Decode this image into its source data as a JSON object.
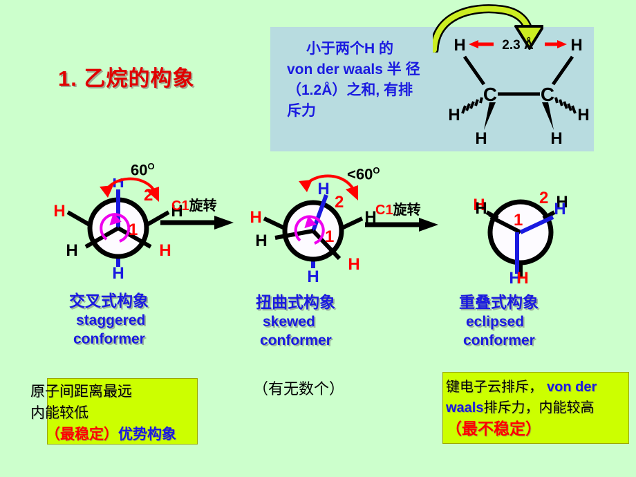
{
  "slide": {
    "title": "1. 乙烷的构象",
    "background_color": "#ccffcc"
  },
  "info_box": {
    "background_color": "#b8dce0",
    "text_color": "#1a1ae0",
    "lines": [
      "小于两个H 的",
      "von der waals 半",
      "径（1.2Å）之和,",
      "有排斥力"
    ]
  },
  "ethane_structure": {
    "distance_label": "2.3 Å",
    "atoms": {
      "carbon_left": "C",
      "carbon_right": "C",
      "h_top_left": "H",
      "h_top_right": "H",
      "h_mid_left": "H",
      "h_mid_right": "H",
      "h_bottom_left": "H",
      "h_bottom_right": "H"
    },
    "arrow_color": "#ff0000",
    "pointer_arrow_color": "#ccee22"
  },
  "conformers": [
    {
      "id": "staggered",
      "angle_label": "60",
      "angle_unit": "O",
      "front_labels": {
        "top": "H",
        "bottom_left": "H",
        "bottom_right": "H"
      },
      "back_labels": {
        "top_left": "H",
        "top_right": "H",
        "bottom": "H"
      },
      "center_number": "1",
      "outer_number": "2",
      "caption_zh": "交叉式构象",
      "caption_en_line1": "staggered",
      "caption_en_line2": "conformer"
    },
    {
      "id": "skewed",
      "angle_label": "<60",
      "angle_unit": "O",
      "front_labels": {
        "top": "H",
        "bottom_left": "H",
        "bottom_right": "H"
      },
      "back_labels": {
        "top_left": "H",
        "top_right": "H",
        "bottom": "H"
      },
      "center_number": "1",
      "outer_number": "2",
      "caption_zh": "扭曲式构象",
      "caption_en_line1": "skewed",
      "caption_en_line2": "conformer",
      "note": "（有无数个）"
    },
    {
      "id": "eclipsed",
      "angle_label": "",
      "angle_unit": "",
      "front_labels": {
        "top_right": "H",
        "top_left": "H",
        "bottom": "H"
      },
      "back_labels": {
        "top_right": "H",
        "top_left": "H",
        "bottom": "H"
      },
      "center_number": "1",
      "outer_number": "2",
      "caption_zh": "重叠式构象",
      "caption_en_line1": "eclipsed",
      "caption_en_line2": "conformer"
    }
  ],
  "rotation_arrows": [
    {
      "prefix": "C1",
      "label": "旋转"
    },
    {
      "prefix": "C1",
      "label": "旋转"
    }
  ],
  "notes": {
    "left": {
      "background_color": "#ccff00",
      "line1": "原子间距离最远",
      "line2": "内能较低",
      "line3_red": "（最稳定）",
      "line3_blue": "优势构象"
    },
    "right": {
      "background_color": "#ccff00",
      "line1_a": "键电子云排斥，",
      "line1_b": "von der",
      "line2_a": "waals",
      "line2_b": "排斥力，内能较高",
      "line3_red": "（最不稳定）"
    }
  },
  "colors": {
    "red": "#ff0000",
    "blue": "#1a1ae0",
    "black": "#000000",
    "magenta": "#ee00ee",
    "yellow_green": "#ccff00",
    "mint": "#ccffcc",
    "box_blue": "#b8dce0"
  }
}
